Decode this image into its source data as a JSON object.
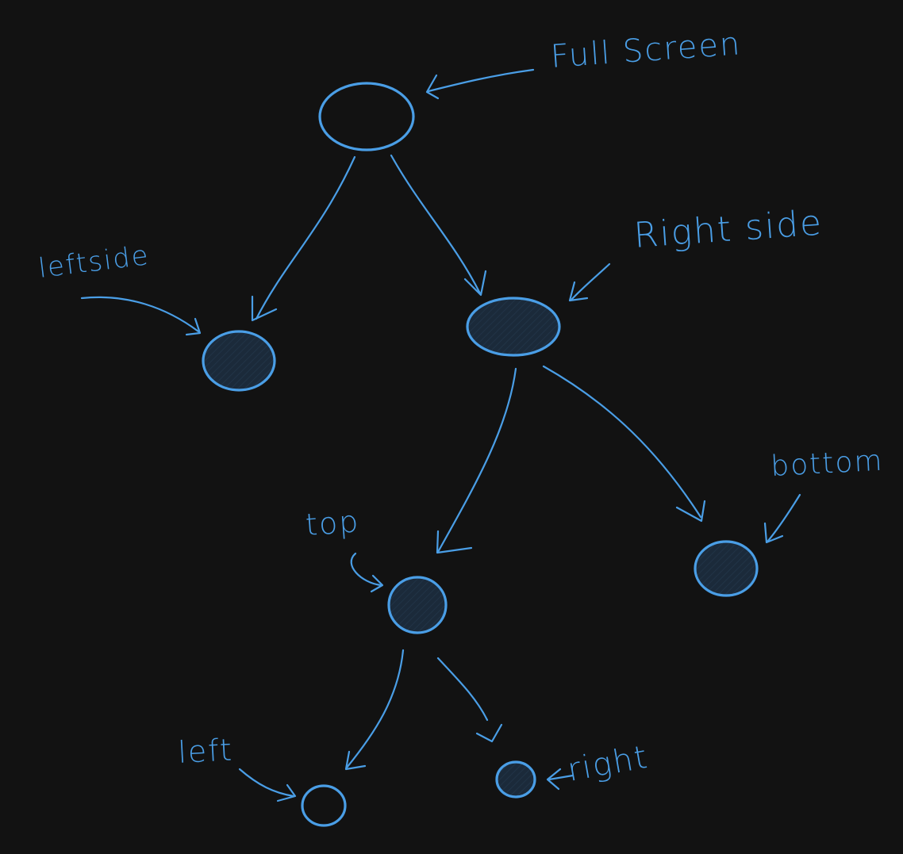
{
  "colors": {
    "background": "#121212",
    "ink": "#4a9ee6",
    "node_fill": "#1b2a3a"
  },
  "labels": {
    "full_screen": "Full Screen",
    "left_side": "leftside",
    "right_side": "Right side",
    "top": "top",
    "bottom": "bottom",
    "left": "left",
    "right": "right"
  }
}
